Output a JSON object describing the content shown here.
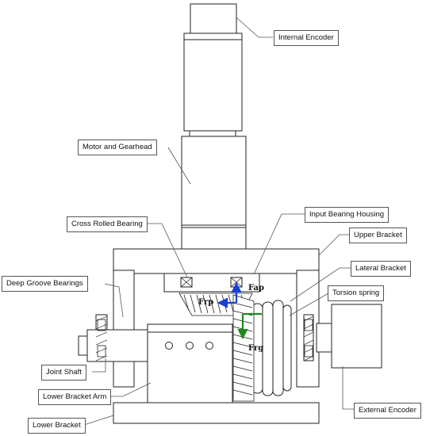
{
  "labels": {
    "internal_encoder": "Internal Encoder",
    "motor_gearhead": "Motor and Gearhead",
    "cross_rolled_bearing": "Cross Rolled Bearing",
    "input_bearing_housing": "Input Bearing Housing",
    "upper_bracket": "Upper Bracket",
    "lateral_bracket": "Lateral Bracket",
    "deep_groove_bearings": "Deep Groove Bearings",
    "torsion_spring": "Torsion spring",
    "joint_shaft": "Joint Shaft",
    "lower_bracket_arm": "Lower Bracket Arm",
    "lower_bracket": "Lower Bracket",
    "external_encoder": "External Encoder"
  },
  "forces": {
    "f_ap": "Fap",
    "f_rp": "Frp",
    "f_rg": "Frg"
  },
  "colors": {
    "pinion_forces": "#1a3fd6",
    "gear_forces": "#1e8a1e",
    "outline": "#222222",
    "leader": "#555555"
  }
}
